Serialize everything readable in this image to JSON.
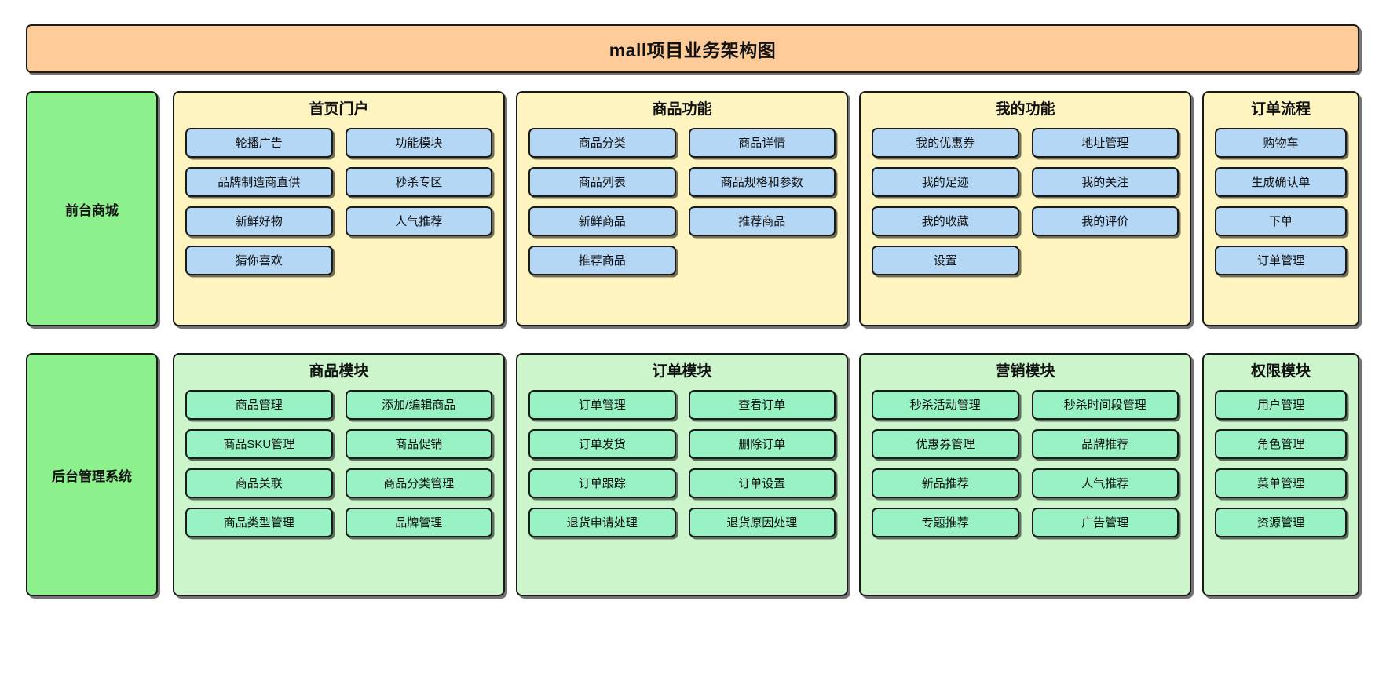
{
  "diagram": {
    "title": "mall项目业务架构图",
    "colors": {
      "title_bg": "#ffcc99",
      "tier_label_bg": "#8cf08c",
      "frontend_panel_bg": "#fdf4bf",
      "frontend_node_bg": "#b3d7f5",
      "admin_panel_bg": "#ccf5cc",
      "admin_node_bg": "#99f2c4",
      "stroke": "#1a1a1a"
    }
  },
  "tiers": [
    {
      "label": "前台商城",
      "panels": [
        {
          "title": "首页门户",
          "items": [
            "轮播广告",
            "功能模块",
            "品牌制造商直供",
            "秒杀专区",
            "新鲜好物",
            "人气推荐",
            "猜你喜欢"
          ]
        },
        {
          "title": "商品功能",
          "items": [
            "商品分类",
            "商品详情",
            "商品列表",
            "商品规格和参数",
            "新鲜商品",
            "推荐商品",
            "推荐商品"
          ]
        },
        {
          "title": "我的功能",
          "items": [
            "我的优惠券",
            "地址管理",
            "我的足迹",
            "我的关注",
            "我的收藏",
            "我的评价",
            "设置"
          ]
        },
        {
          "title": "订单流程",
          "items": [
            "购物车",
            "生成确认单",
            "下单",
            "订单管理"
          ]
        }
      ]
    },
    {
      "label": "后台管理系统",
      "panels": [
        {
          "title": "商品模块",
          "items": [
            "商品管理",
            "添加/编辑商品",
            "商品SKU管理",
            "商品促销",
            "商品关联",
            "商品分类管理",
            "商品类型管理",
            "品牌管理"
          ]
        },
        {
          "title": "订单模块",
          "items": [
            "订单管理",
            "查看订单",
            "订单发货",
            "删除订单",
            "订单跟踪",
            "订单设置",
            "退货申请处理",
            "退货原因处理"
          ]
        },
        {
          "title": "营销模块",
          "items": [
            "秒杀活动管理",
            "秒杀时间段管理",
            "优惠券管理",
            "品牌推荐",
            "新品推荐",
            "人气推荐",
            "专题推荐",
            "广告管理"
          ]
        },
        {
          "title": "权限模块",
          "items": [
            "用户管理",
            "角色管理",
            "菜单管理",
            "资源管理"
          ]
        }
      ]
    }
  ]
}
